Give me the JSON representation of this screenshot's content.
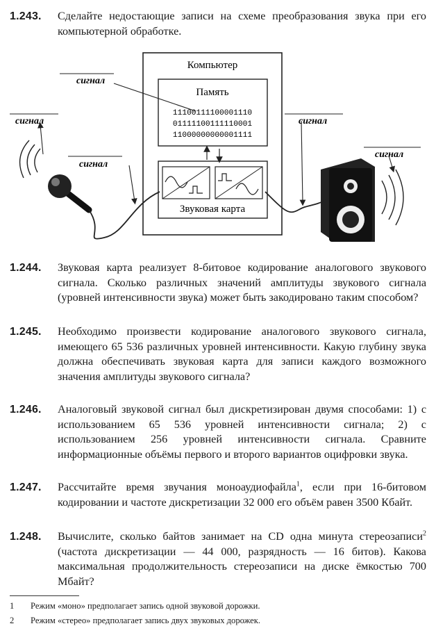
{
  "task_243": {
    "number": "1.243.",
    "text": "Сделайте недостающие записи на схеме преобразования звука при его компьютерной обработке."
  },
  "diagram": {
    "computer_label": "Компьютер",
    "memory_label": "Память",
    "bits": [
      "11100111100001110",
      "01111100111110001",
      "11000000000001111"
    ],
    "sound_card_label": "Звуковая карта",
    "signal_labels": [
      "сигнал",
      "сигнал",
      "сигнал",
      "сигнал",
      "сигнал"
    ]
  },
  "tasks": [
    {
      "number": "1.244.",
      "text": "Звуковая карта реализует 8-битовое кодирование аналогового звукового сигнала. Сколько различных значений амплитуды звукового сигнала (уровней интенсивности звука) может быть закодировано таким способом?"
    },
    {
      "number": "1.245.",
      "text": "Необходимо произвести кодирование аналогового звукового сигнала, имеющего 65 536 различных уровней интенсивности. Какую глубину звука должна обеспечивать звуковая карта для записи каждого возможного значения амплитуды звукового сигнала?"
    },
    {
      "number": "1.246.",
      "text": "Аналоговый звуковой сигнал был дискретизирован двумя способами: 1) с использованием 65 536 уровней интенсивности сигнала; 2) с использованием 256 уровней интенсивности сигнала. Сравните информационные объёмы первого и второго вариантов оцифровки звука."
    },
    {
      "number": "1.247.",
      "text_a": "Рассчитайте время звучания моноаудиофайла",
      "sup": "1",
      "text_b": ", если при 16-битовом кодировании и частоте дискретизации 32 000 его объём равен 3500 Кбайт."
    },
    {
      "number": "1.248.",
      "text_a": "Вычислите, сколько байтов занимает на CD одна минута стереозаписи",
      "sup": "2",
      "text_b": " (частота дискретизации — 44 000, разрядность — 16 битов). Какова максимальная продолжительность стереозаписи на диске ёмкостью 700 Мбайт?"
    }
  ],
  "footnotes": [
    {
      "number": "1",
      "text": "Режим «моно» предполагает запись одной звуковой дорожки."
    },
    {
      "number": "2",
      "text": "Режим «стерео» предполагает запись двух звуковых дорожек."
    }
  ]
}
